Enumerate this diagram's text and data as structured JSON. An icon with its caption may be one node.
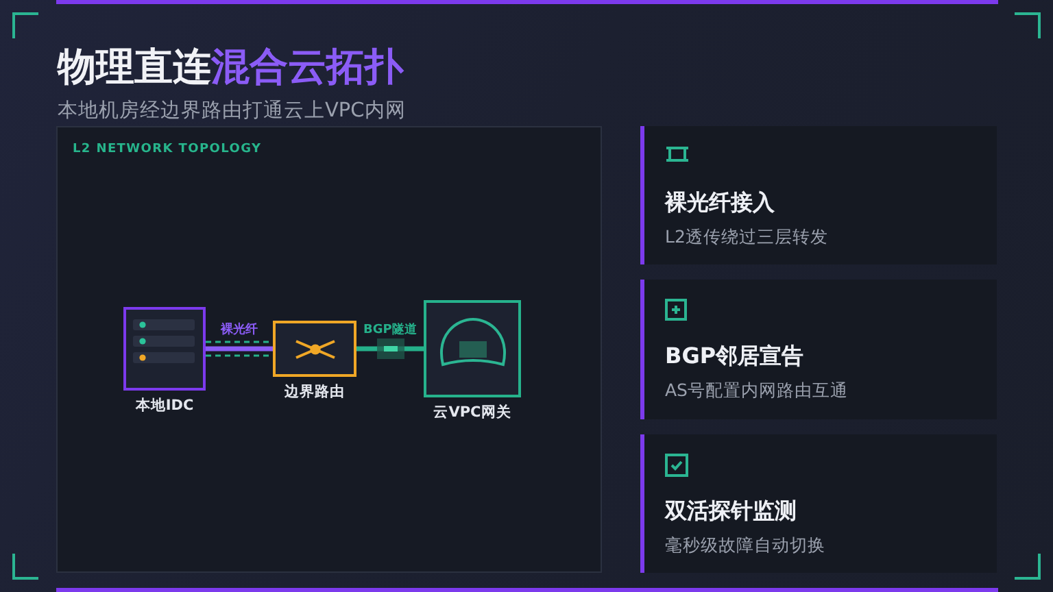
{
  "diagram": {
    "title": "物理直连**混合云拓扑**",
    "nodes": [
      {
        "text": [
          "L2 NETWORK TOPOLOGY"
        ]
      },
      {
        "text": [
          "本地IDC"
        ],
        "in": 0
      },
      {
        "text": [
          "边界路由"
        ],
        "in": 0
      },
      {
        "text": [
          "云VPC网关"
        ],
        "in": 0
      },
      {
        "text": [
          "裸光纤接入",
          "L2透传绕过三层转发"
        ]
      },
      {
        "text": [
          "BGP邻居宣告",
          "AS号配置内网路由互通"
        ]
      },
      {
        "text": [
          "双活探针监测",
          "毫秒级故障自动切换"
        ]
      }
    ],
    "edges": [
      {
        "from": 1,
        "to": 2,
        "arrow": "none",
        "label": "裸光纤",
        "style": "thick",
        "color": "#8b5cf6"
      },
      {
        "from": 1,
        "to": 2,
        "arrow": "none",
        "style": "dashed"
      },
      {
        "from": 1,
        "to": 2,
        "arrow": "none",
        "style": "dashed"
      },
      {
        "from": 2,
        "to": 3,
        "arrow": "none",
        "label": "BGP隧道",
        "style": "thick"
      }
    ],
    "labels": [
      "本地机房经边界路由打通云上VPC内网"
    ]
  }
}
